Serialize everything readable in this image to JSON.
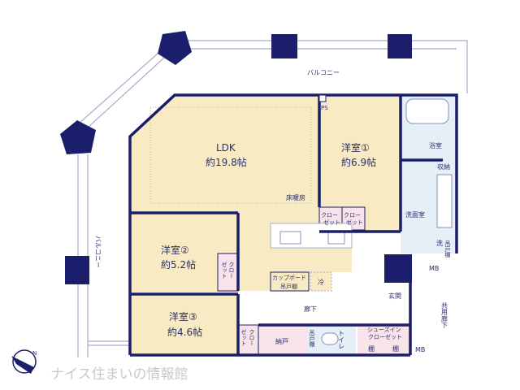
{
  "colors": {
    "wall": "#1b1f6b",
    "living": "#f8ebc4",
    "closet": "#f9e3ea",
    "wet": "#e5eff8",
    "balcony_line": "#a9acc6"
  },
  "balcony_top": "バルコニー",
  "balcony_left": "バルコニー",
  "ps": "PS",
  "rooms": {
    "ldk": {
      "name": "LDK",
      "size": "約19.8帖",
      "note": "床暖房"
    },
    "room1": {
      "name": "洋室①",
      "size": "約6.9帖"
    },
    "room2": {
      "name": "洋室②",
      "size": "約5.2帖"
    },
    "room3": {
      "name": "洋室③",
      "size": "約4.6帖"
    },
    "bath": "浴室",
    "storage": "収納",
    "washroom": "洗面室",
    "washer": "洗",
    "upper_cabinet": "吊戸棚",
    "closet_top": "クロー",
    "closet_bottom": "ゼット",
    "cupboard_top": "カップボード",
    "cupboard_bottom": "吊戸棚",
    "fridge": "冷",
    "hallway": "廊下",
    "storeroom": "納戸",
    "toilet": "トイレ",
    "shoe_top": "シューズイン",
    "shoe_bottom": "クローゼット",
    "shelf": "棚",
    "entrance": "玄関",
    "mb": "MB",
    "common_corridor": "共用廊下"
  },
  "watermark": "ナイス住まいの情報館"
}
